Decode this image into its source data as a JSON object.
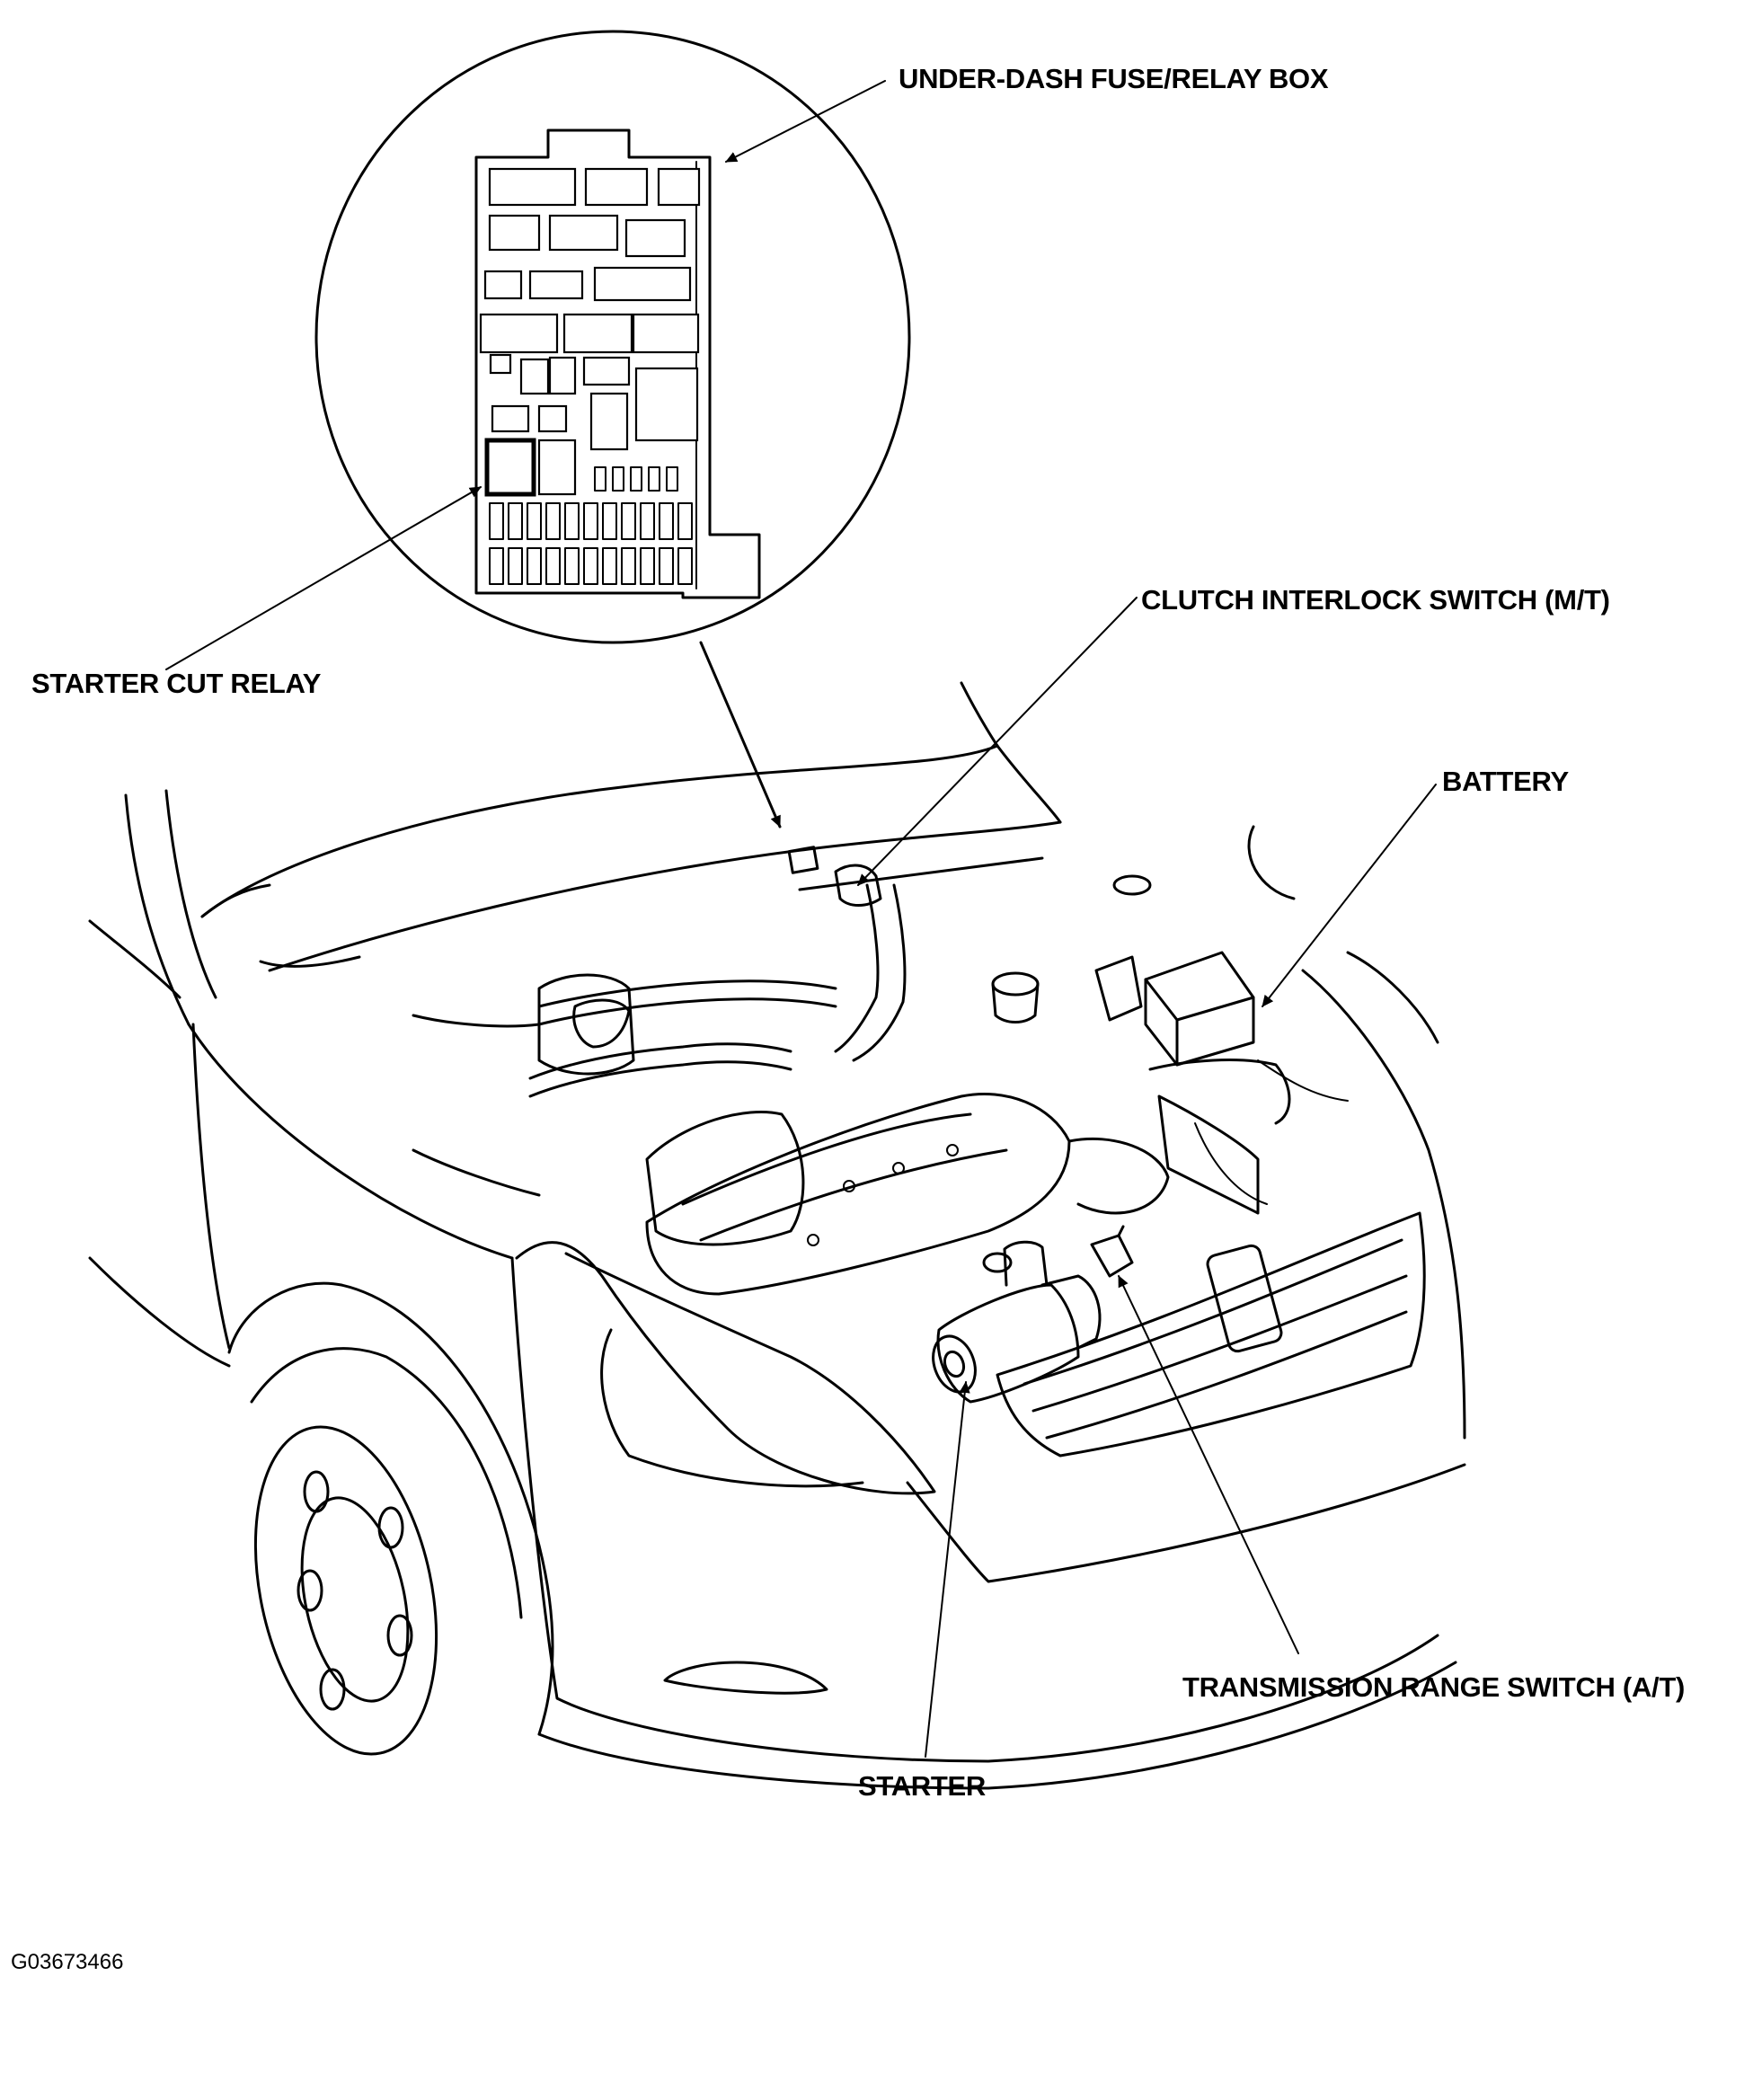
{
  "labels": {
    "under_dash_box": "UNDER-DASH FUSE/RELAY BOX",
    "starter_cut_relay": "STARTER CUT RELAY",
    "clutch_interlock": "CLUTCH INTERLOCK SWITCH (M/T)",
    "battery": "BATTERY",
    "transmission_range": "TRANSMISSION RANGE SWITCH (A/T)",
    "starter": "STARTER"
  },
  "figure_id": "G03673466"
}
